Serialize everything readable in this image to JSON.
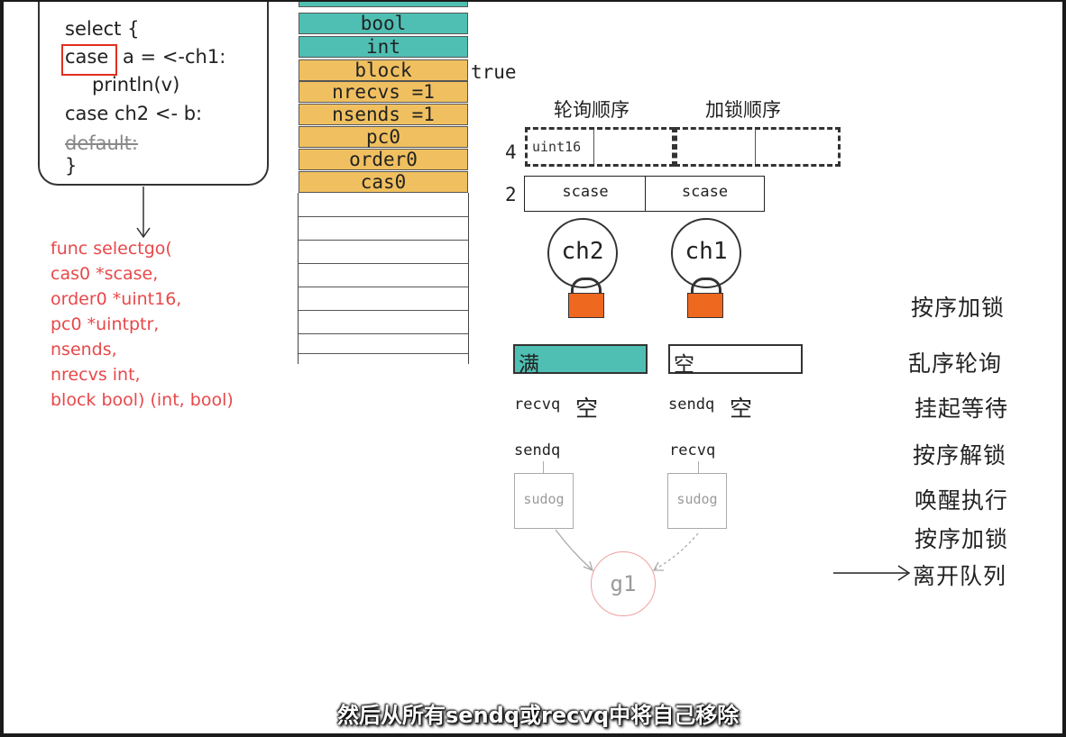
{
  "code": {
    "lines": [
      "select {",
      "case",
      "a = <-ch1:",
      "println(v)",
      "case ch2 <- b:",
      "default:",
      "}"
    ]
  },
  "selectgo": {
    "lines": [
      "func selectgo(",
      "cas0 *scase,",
      "order0 *uint16,",
      "pc0 *uintptr,",
      "nsends,",
      "nrecvs int,",
      "block bool) (int, bool)"
    ]
  },
  "stack": {
    "top_cells": [
      "bool",
      "int"
    ],
    "arg_cells": [
      "block",
      "nrecvs =1",
      "nsends =1",
      "pc0",
      "order0",
      "cas0"
    ],
    "block_value": "true"
  },
  "order_arrays": {
    "poll_label": "轮询顺序",
    "lock_label": "加锁顺序",
    "count4": "4",
    "uint16_label": "uint16",
    "count2": "2",
    "scase_labels": [
      "scase",
      "scase"
    ]
  },
  "channels": {
    "ch2": "ch2",
    "ch1": "ch1",
    "ch2_state": "满",
    "ch1_state": "空",
    "ch2_recvq": "recvq",
    "ch2_recvq_state": "空",
    "ch1_sendq": "sendq",
    "ch1_sendq_state": "空",
    "ch2_sendq": "sendq",
    "ch1_recvq": "recvq",
    "sudog": "sudog",
    "g1": "g1"
  },
  "steps": [
    "按序加锁",
    "乱序轮询",
    "挂起等待",
    "按序解锁",
    "唤醒执行",
    "按序加锁",
    "离开队列"
  ],
  "subtitle": "然后从所有sendq或recvq中将自己移除",
  "colors": {
    "teal": "#4fbfb3",
    "orange": "#f0c060",
    "red": "#e8484a",
    "lock": "#ee6820"
  }
}
